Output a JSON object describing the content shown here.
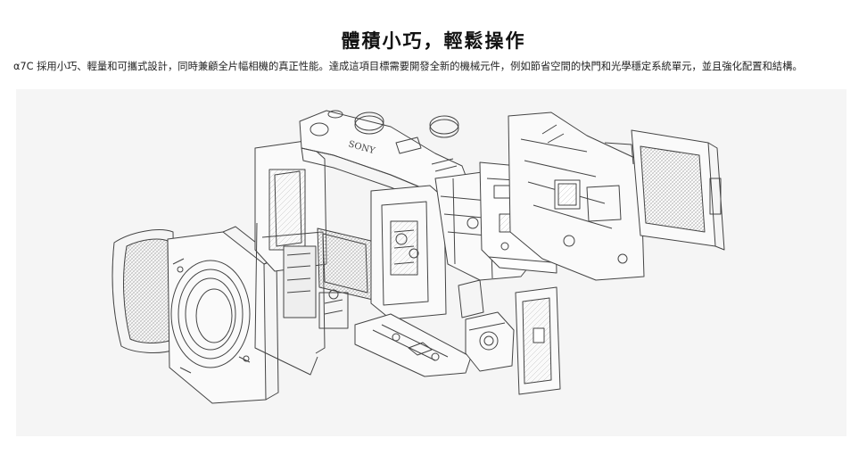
{
  "page": {
    "title": "體積小巧，輕鬆操作",
    "description": "α7C 採用小巧、輕量和可攜式設計，同時兼顧全片幅相機的真正性能。達成這項目標需要開發全新的機械元件，例如節省空間的快門和光學穩定系統單元，並且強化配置和結構。"
  },
  "illustration": {
    "logo_text": "SONY",
    "background_color": "#f5f5f5",
    "line_color": "#444444"
  }
}
